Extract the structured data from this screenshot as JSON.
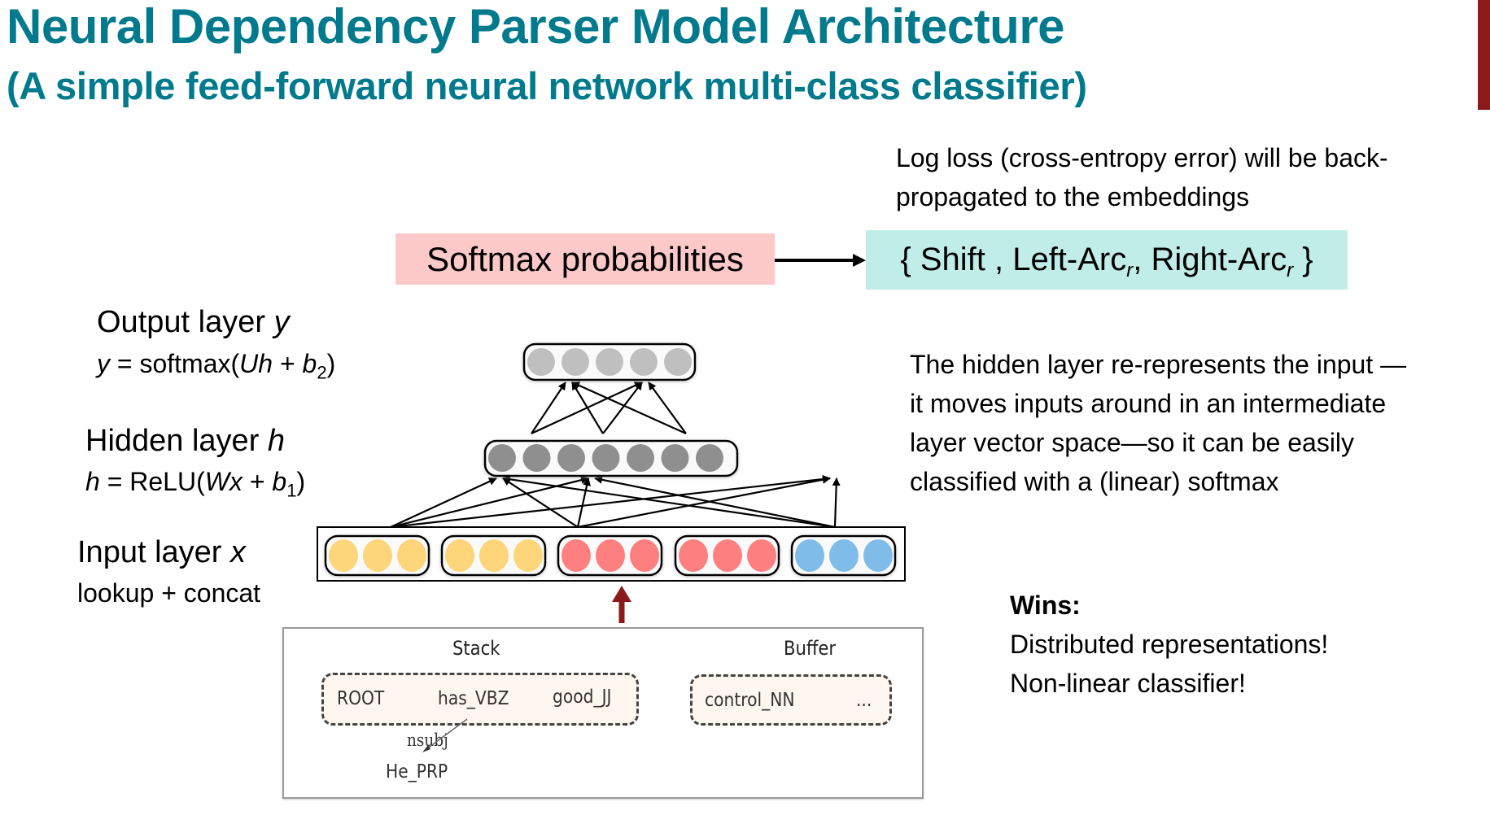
{
  "slide": {
    "title": "Neural Dependency Parser Model Architecture",
    "subtitle": "(A simple feed-forward neural network multi-class classifier)",
    "accent_color": "#8b1a1a",
    "title_color": "#007a8c"
  },
  "notes": {
    "loss_line1": "Log loss (cross-entropy error) will be back-",
    "loss_line2": "propagated to the embeddings",
    "hidden_line1": "The hidden layer re-represents the input —",
    "hidden_line2": "it moves inputs around in an intermediate",
    "hidden_line3": "layer vector space—so it can be easily",
    "hidden_line4": "classified with a (linear) softmax",
    "wins_title": "Wins:",
    "wins_item1": "Distributed representations!",
    "wins_item2": "Non-linear classifier!"
  },
  "softmax": {
    "label": "Softmax probabilities",
    "color": "#fdc8c8"
  },
  "actions": {
    "open": "{ Shift , Left-Arc",
    "sub1": "r",
    "mid": ", Right-Arc",
    "sub2": "r",
    "close": " }",
    "color": "#c1ede9"
  },
  "layers": {
    "output": {
      "label_text": "Output layer ",
      "label_var": "y",
      "eq_var": "y",
      "eq_mid": " = softmax(",
      "eq_U": "Uh",
      "eq_plus": " + ",
      "eq_b": "b",
      "eq_sub": "2",
      "eq_close": ")",
      "units": 5,
      "unit_color": "#bfbfbf"
    },
    "hidden": {
      "label_text": "Hidden layer ",
      "label_var": "h",
      "eq_var": "h",
      "eq_mid": " = ReLU(",
      "eq_W": "Wx",
      "eq_plus": " + ",
      "eq_b": "b",
      "eq_sub": "1",
      "eq_close": ")",
      "units": 7,
      "unit_color": "#8f8f8f"
    },
    "input": {
      "label_text": "Input layer ",
      "label_var": "x",
      "eq_text": "lookup + concat",
      "groups": [
        {
          "units": 3,
          "color": "#fdd57a"
        },
        {
          "units": 3,
          "color": "#fdd57a"
        },
        {
          "units": 3,
          "color": "#fe7f7f"
        },
        {
          "units": 3,
          "color": "#fe7f7f"
        },
        {
          "units": 3,
          "color": "#80bcea"
        }
      ]
    }
  },
  "parser_config": {
    "stack_label": "Stack",
    "buffer_label": "Buffer",
    "stack_items": [
      "ROOT",
      "has_VBZ",
      "good_JJ"
    ],
    "buffer_items": [
      "control_NN",
      "..."
    ],
    "dependent": "He_PRP",
    "arc_label": "nsubj",
    "arrow_color": "#8b1a1a"
  }
}
